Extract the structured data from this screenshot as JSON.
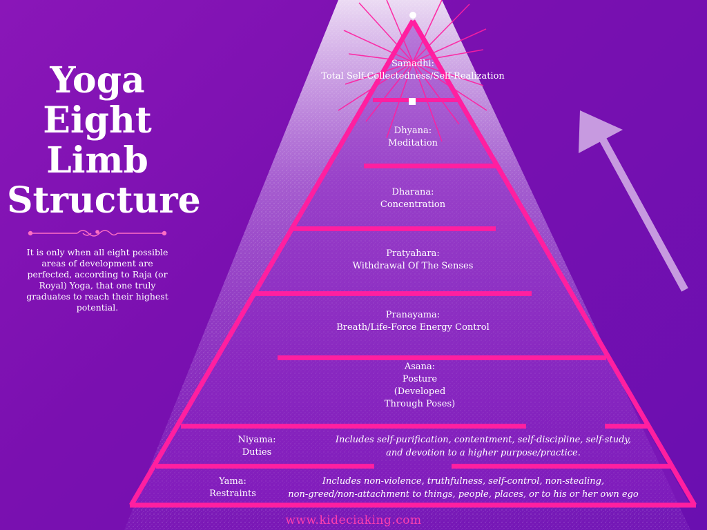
{
  "title": {
    "line1": "Yoga",
    "line2": "Eight",
    "line3": "Limb",
    "line4": "Structure"
  },
  "description": "It is only when all eight possible areas of development are perfected, according to Raja (or Royal) Yoga, that one truly graduates to reach their highest potential.",
  "limbs": {
    "samadhi": {
      "name": "Samadhi:",
      "meaning": "Total Self-Collectedness/Self-Realization"
    },
    "dhyana": {
      "name": "Dhyana:",
      "meaning": "Meditation"
    },
    "dharana": {
      "name": "Dharana:",
      "meaning": "Concentration"
    },
    "pratyahara": {
      "name": "Pratyahara:",
      "meaning": "Withdrawal Of The Senses"
    },
    "pranayama": {
      "name": "Pranayama:",
      "meaning": "Breath/Life-Force Energy Control"
    },
    "asana": {
      "name": "Asana:",
      "line1": "Posture",
      "line2": "(Developed",
      "line3": "Through Poses)"
    },
    "niyama": {
      "name": "Niyama:",
      "meaning": "Duties",
      "detail1": "Includes self-purification, contentment, self-discipline, self-study,",
      "detail2": "and devotion to a higher purpose/practice."
    },
    "yama": {
      "name": "Yama:",
      "meaning": "Restraints",
      "detail1": "Includes non-violence, truthfulness,  self-control, non-stealing,",
      "detail2": "non-greed/non-attachment to things, people, places, or to his or her own ego"
    }
  },
  "footer": "www.kideciaking.com",
  "colors": {
    "background": "#7a10b0",
    "pink": "#ff1fa0",
    "arrow": "#c79ae0",
    "footer": "#ff3fae"
  }
}
